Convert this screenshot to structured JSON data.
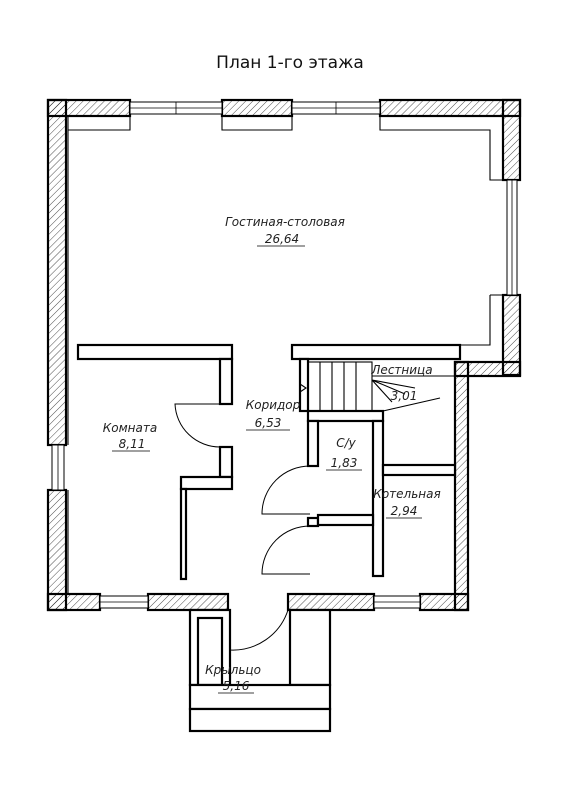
{
  "title": "План 1-го этажа",
  "rooms": [
    {
      "name": "Гостиная-столовая",
      "area": "26,64"
    },
    {
      "name": "Комната",
      "area": "8,11"
    },
    {
      "name": "Коридор",
      "area": "6,53"
    },
    {
      "name": "Лестница",
      "area": "3,01"
    },
    {
      "name": "С/у",
      "area": "1,83"
    },
    {
      "name": "Котельная",
      "area": "2,94"
    },
    {
      "name": "Крыльцо",
      "area": "5,16"
    }
  ]
}
